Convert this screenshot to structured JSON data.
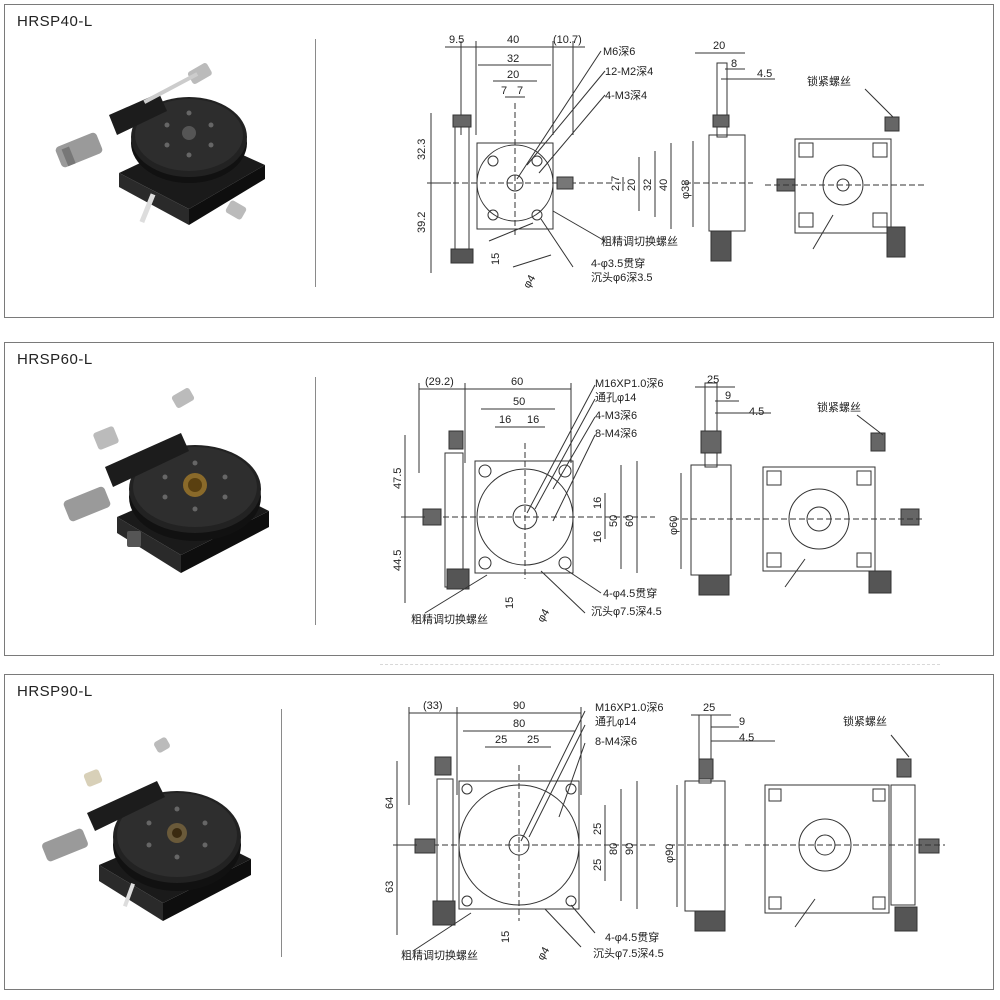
{
  "panels": [
    {
      "title": "HRSP40-L",
      "dims": {
        "d9_5": "9.5",
        "d40": "40",
        "d10_7": "(10.7)",
        "d32": "32",
        "d20": "20",
        "d7a": "7",
        "d7b": "7",
        "d32_3": "32.3",
        "d39_2": "39.2",
        "r2_7": "2.7",
        "r20": "20",
        "r32": "32",
        "r40": "40",
        "d15": "15",
        "d4": "φ4",
        "s20": "20",
        "s8": "8",
        "s4_5": "4.5",
        "s38": "φ38"
      },
      "notes": {
        "m6": "M6深6",
        "m2": "12-M2深4",
        "m3": "4-M3深4",
        "coarse": "粗精调切换螺丝",
        "hole": "4-φ3.5贯穿",
        "cbore": "沉头φ6深3.5",
        "lock": "锁紧螺丝"
      }
    },
    {
      "title": "HRSP60-L",
      "dims": {
        "d29_2": "(29.2)",
        "d60": "60",
        "d50": "50",
        "d16a": "16",
        "d16b": "16",
        "d47_5": "47.5",
        "d44_5": "44.5",
        "r16a": "16",
        "r16b": "16",
        "r50": "50",
        "r60": "60",
        "d15": "15",
        "d4": "φ4",
        "s25": "25",
        "s9": "9",
        "s4_5": "4.5",
        "s60": "φ60"
      },
      "notes": {
        "m16": "M16XP1.0深6",
        "thru": "通孔φ14",
        "m3": "4-M3深6",
        "m4": "8-M4深6",
        "hole": "4-φ4.5贯穿",
        "cbore": "沉头φ7.5深4.5",
        "coarse": "粗精调切换螺丝",
        "lock": "锁紧螺丝"
      }
    },
    {
      "title": "HRSP90-L",
      "dims": {
        "d33": "(33)",
        "d90": "90",
        "d80": "80",
        "d25a": "25",
        "d25b": "25",
        "d64": "64",
        "d63": "63",
        "r25a": "25",
        "r25b": "25",
        "r80": "80",
        "r90": "90",
        "d15": "15",
        "d4": "φ4",
        "s25": "25",
        "s9": "9",
        "s4_5": "4.5",
        "s90": "φ90"
      },
      "notes": {
        "m16": "M16XP1.0深6",
        "thru": "通孔φ14",
        "m4": "8-M4深6",
        "hole": "4-φ4.5贯穿",
        "cbore": "沉头φ7.5深4.5",
        "coarse": "粗精调切换螺丝",
        "lock": "锁紧螺丝"
      }
    }
  ]
}
